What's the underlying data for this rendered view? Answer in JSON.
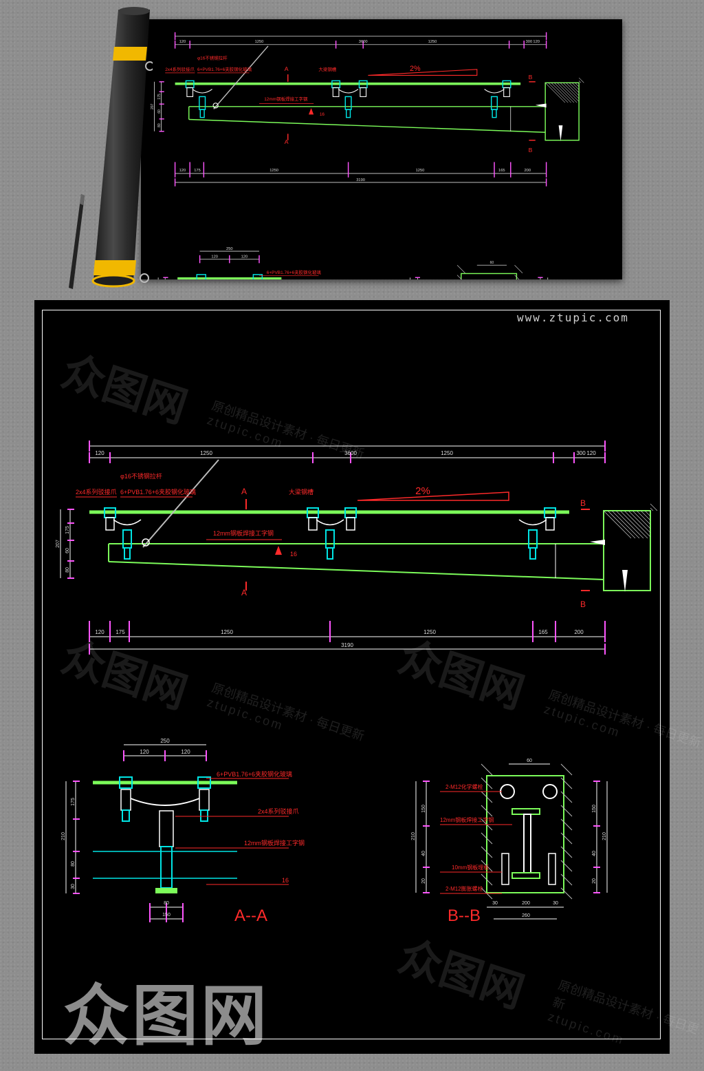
{
  "site_url": "www.ztupic.com",
  "colors": {
    "background": "#8e8e8e",
    "sheet": "#000000",
    "beam": "#7CFC5A",
    "dimension": "#ff55ff",
    "label": "#ff2a2a",
    "fitting": "#00e5e5",
    "wall_hatch": "#bbbbbb"
  },
  "icons": [
    "rolled-drawing-icon",
    "pen-icon",
    "watermark-logo"
  ],
  "drawing": {
    "top_dims": [
      "120",
      "1250",
      "3600",
      "1250",
      "300",
      "120"
    ],
    "bottom_dims": [
      "120",
      "175",
      "1250",
      "1250",
      "165",
      "200",
      "3190"
    ],
    "slope": "2%",
    "section_marks": {
      "a": "A",
      "b": "B"
    },
    "labels": {
      "rod": "φ16不锈钢拉杆",
      "glass": "6+PVB1.76+6夹胶钢化玻璃",
      "spider": "2x4系列驳接爪",
      "channel": "大梁钢槽",
      "beam": "12mm钢板焊接工字钢",
      "note": "16"
    },
    "left_dims": [
      "207",
      "175",
      "60",
      "80"
    ],
    "section_a": {
      "title": "A--A",
      "dims_top": [
        "250",
        "120",
        "120"
      ],
      "dims_left": [
        "210",
        "175",
        "80",
        "30"
      ],
      "dims_bottom": [
        "80",
        "150"
      ],
      "labels": [
        "6+PVB1.76+6夹胶钢化玻璃",
        "2x4系列驳接爪",
        "12mm钢板焊接工字钢",
        "16"
      ]
    },
    "section_b": {
      "title": "B--B",
      "dims_top": [
        "60"
      ],
      "dims_left": [
        "210",
        "150",
        "40",
        "20"
      ],
      "dims_right": [
        "210",
        "150",
        "40",
        "20"
      ],
      "dims_bottom": [
        "30",
        "200",
        "30",
        "260"
      ],
      "labels": [
        "2-M12化学螺栓",
        "12mm钢板焊接工字钢",
        "10mm钢板埋板",
        "2-M12膨胀螺栓"
      ]
    }
  },
  "watermark": {
    "logo": "众图网",
    "caption": "原创精品设计素材 · 每日更新",
    "domain": "ztupic.com"
  }
}
